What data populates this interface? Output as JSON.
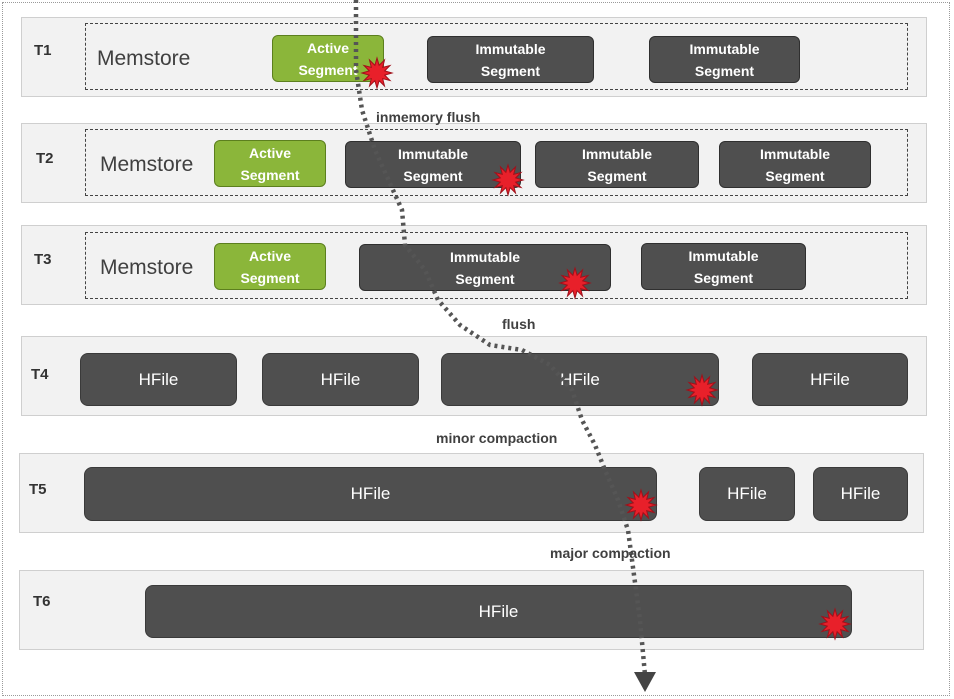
{
  "rows": {
    "t1": {
      "label": "T1",
      "memstore": "Memstore",
      "segments": [
        {
          "text": "Active\nSegment",
          "kind": "active"
        },
        {
          "text": "Immutable\nSegment",
          "kind": "immutable"
        },
        {
          "text": "Immutable\nSegment",
          "kind": "immutable"
        }
      ]
    },
    "t2": {
      "label": "T2",
      "memstore": "Memstore",
      "segments": [
        {
          "text": "Active\nSegment",
          "kind": "active"
        },
        {
          "text": "Immutable\nSegment",
          "kind": "immutable"
        },
        {
          "text": "Immutable\nSegment",
          "kind": "immutable"
        },
        {
          "text": "Immutable\nSegment",
          "kind": "immutable"
        }
      ]
    },
    "t3": {
      "label": "T3",
      "memstore": "Memstore",
      "segments": [
        {
          "text": "Active\nSegment",
          "kind": "active"
        },
        {
          "text": "Immutable\nSegment",
          "kind": "immutable"
        },
        {
          "text": "Immutable\nSegment",
          "kind": "immutable"
        }
      ]
    },
    "t4": {
      "label": "T4",
      "hfiles": [
        "HFile",
        "HFile",
        "HFile",
        "HFile"
      ]
    },
    "t5": {
      "label": "T5",
      "hfiles": [
        "HFile",
        "HFile",
        "HFile"
      ]
    },
    "t6": {
      "label": "T6",
      "hfiles": [
        "HFile"
      ]
    }
  },
  "steps": {
    "inmemory_flush": "inmemory flush",
    "flush": "flush",
    "minor_compaction": "minor compaction",
    "major_compaction": "major compaction"
  },
  "colors": {
    "active": "#8bb63a",
    "immutable": "#4f4f4f",
    "band": "#f2f2f2",
    "marker": "#e8202a",
    "path": "#555555"
  },
  "icons": {
    "marker": "burst-icon",
    "arrow": "arrow-down-icon"
  }
}
